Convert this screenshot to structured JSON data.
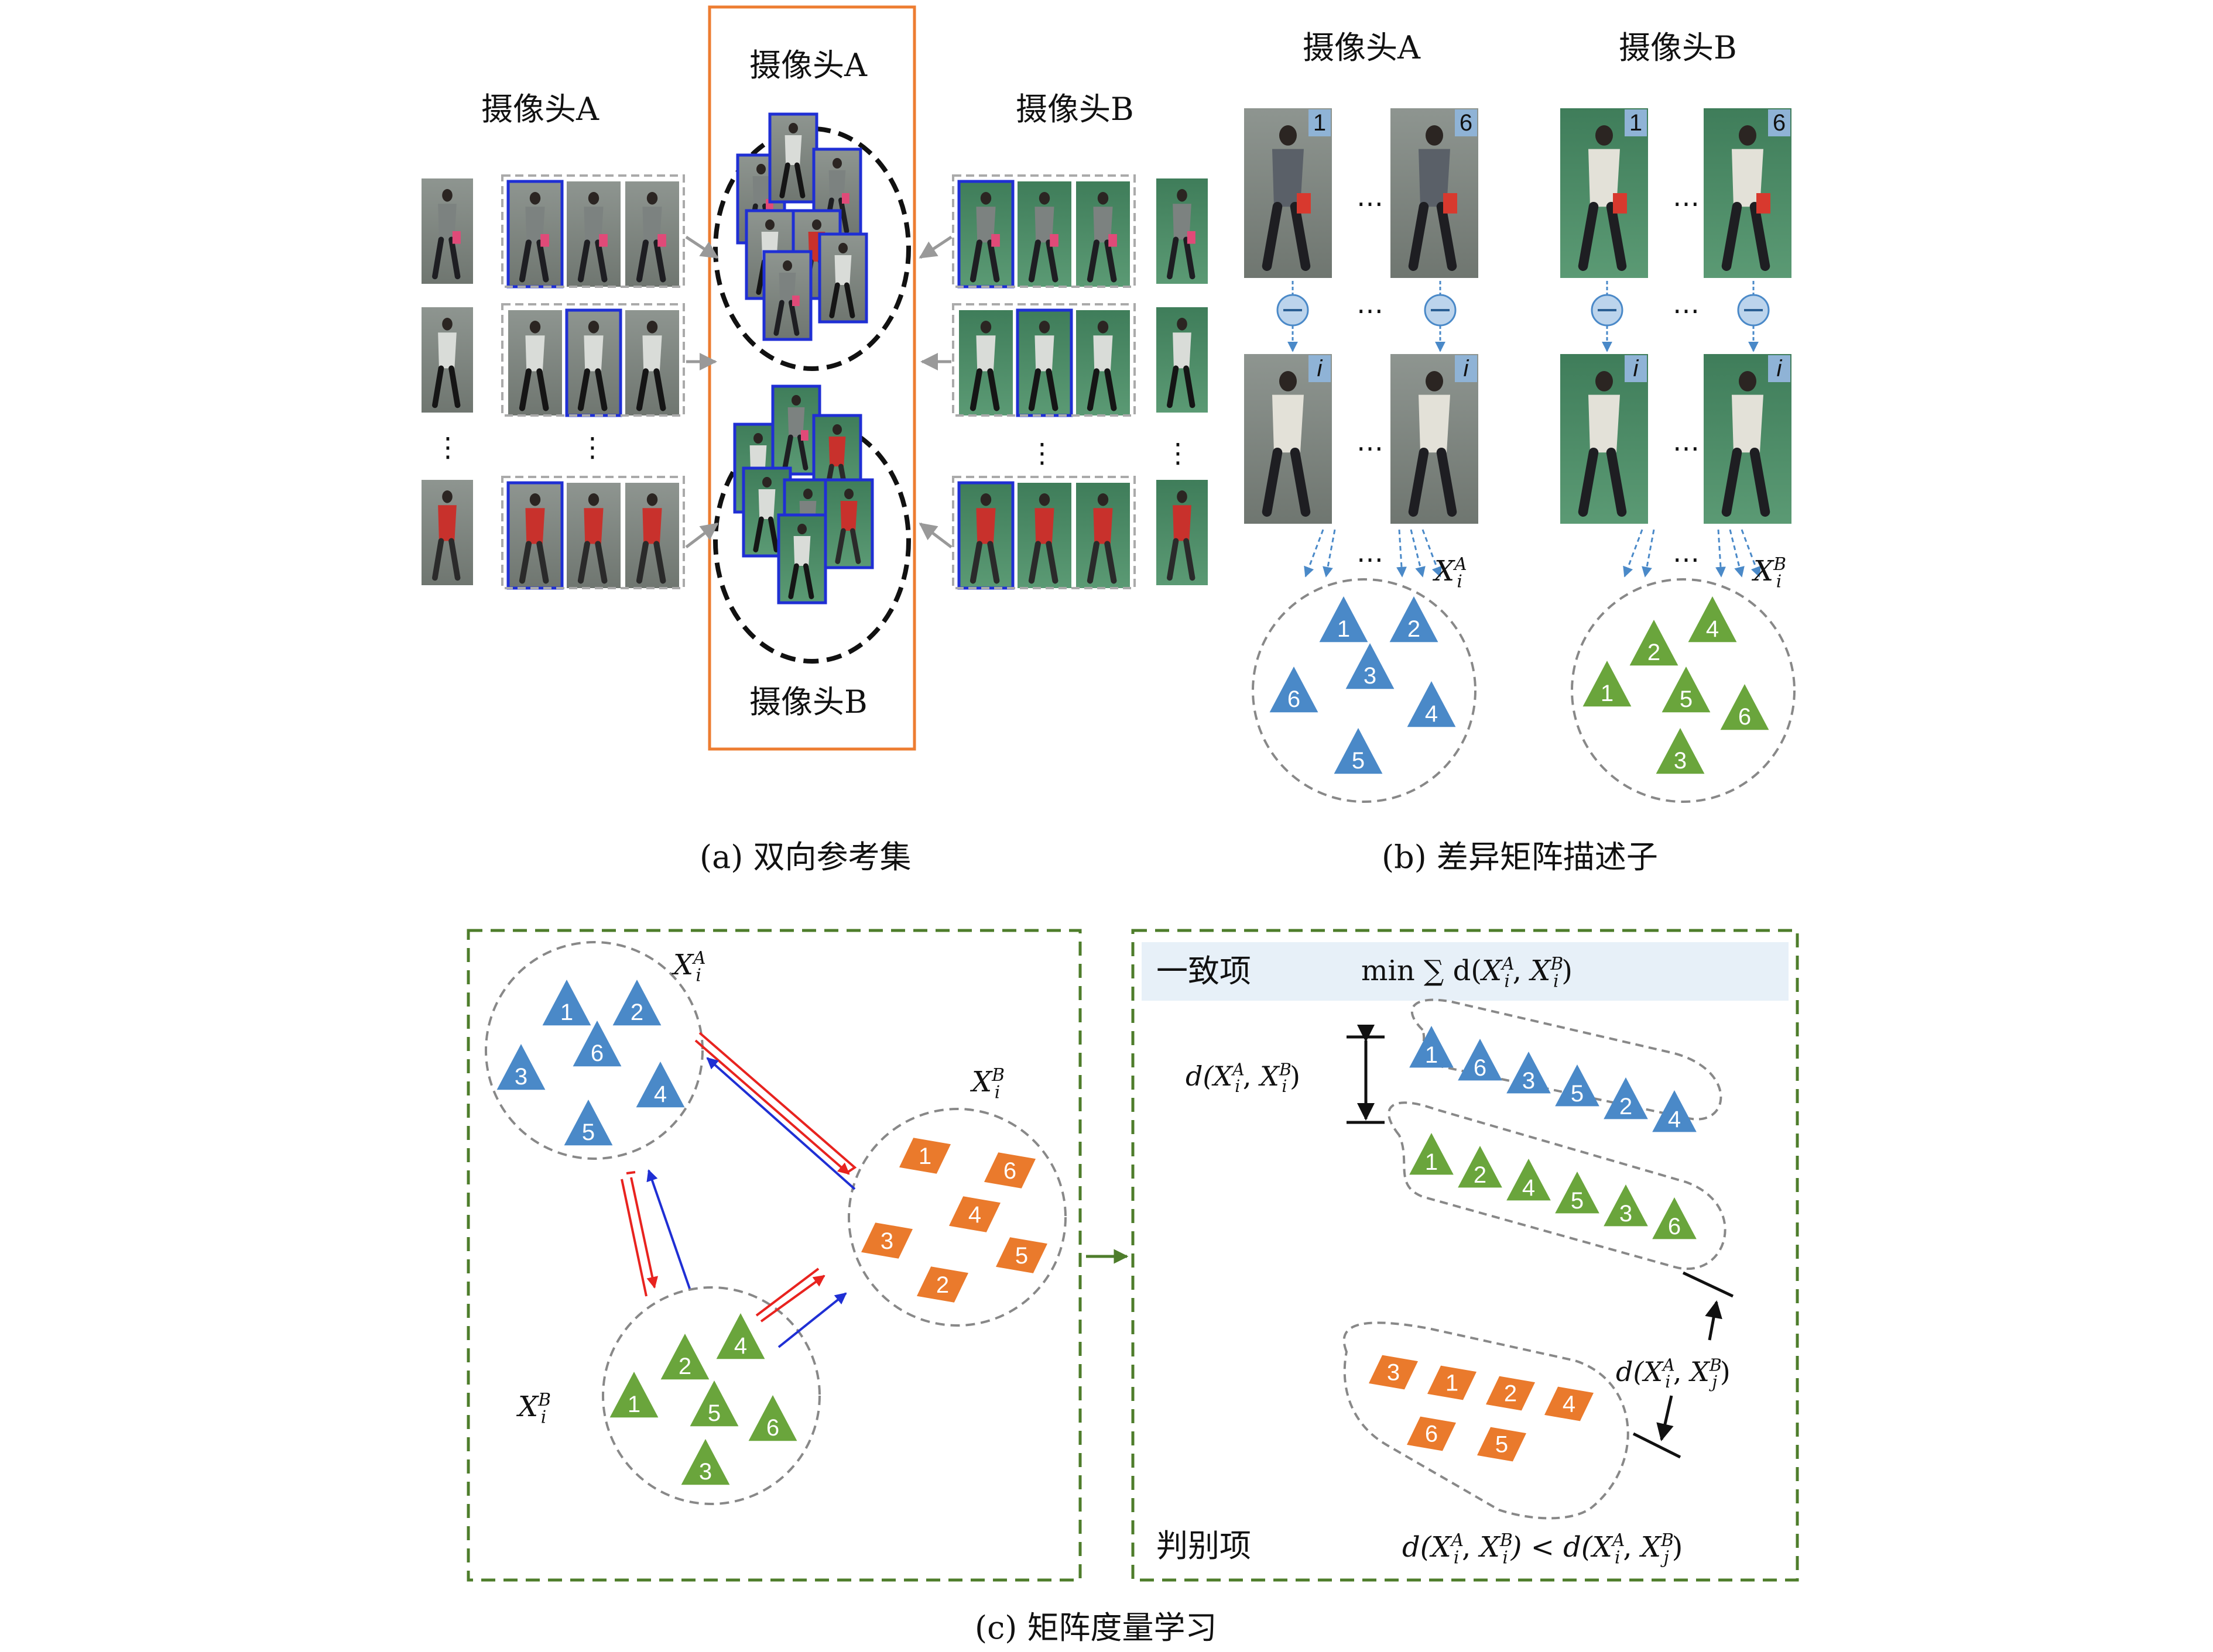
{
  "panel_a": {
    "caption": "(a) 双向参考集",
    "camera_a_left": "摄像头A",
    "camera_b_right": "摄像头B",
    "box_camera_a": "摄像头A",
    "box_camera_b": "摄像头B"
  },
  "panel_b": {
    "caption": "(b) 差异矩阵描述子",
    "camera_a": "摄像头A",
    "camera_b": "摄像头B",
    "tag_first": "1",
    "tag_last": "6",
    "tag_i": "i",
    "set_a_label": "X_i^A",
    "set_b_label": "X_i^B",
    "set_a_numbers": [
      "1",
      "2",
      "3",
      "6",
      "4",
      "5"
    ],
    "set_b_numbers": [
      "4",
      "2",
      "1",
      "5",
      "6",
      "3"
    ]
  },
  "panel_c": {
    "caption": "(c) 矩阵度量学习",
    "consistency_label": "一致项",
    "consistency_formula": "min ∑ d(X_i^A, X_i^B)",
    "discrim_label": "判别项",
    "discrim_formula": "d(X_i^A, X_i^B) < d(X_i^A, X_j^B)",
    "dist_same": "d(X_i^A, X_i^B)",
    "dist_diff": "d(X_i^A, X_j^B)",
    "left_set_a_label": "X_i^A",
    "left_set_b_orange_label": "X_i^B",
    "left_set_b_green_label": "X_i^B",
    "left_blue_numbers": [
      "1",
      "2",
      "6",
      "3",
      "4",
      "5"
    ],
    "left_green_numbers": [
      "4",
      "2",
      "1",
      "5",
      "6",
      "3"
    ],
    "left_orange_numbers": [
      "1",
      "6",
      "4",
      "3",
      "5",
      "2"
    ],
    "right_blue_row": [
      "1",
      "6",
      "3",
      "5",
      "2",
      "4"
    ],
    "right_green_row": [
      "1",
      "2",
      "4",
      "5",
      "3",
      "6"
    ],
    "right_orange_row_1": [
      "3",
      "1",
      "2",
      "4"
    ],
    "right_orange_row_2": [
      "6",
      "5"
    ]
  },
  "colors": {
    "blue": "#4a89c8",
    "green": "#6aa53c",
    "orange": "#ea7a2c",
    "frame_orange": "#ed7d31",
    "frame_green": "#4e7d2b",
    "person_box_blue": "#1f2fd4",
    "red_arrow": "#e8231f",
    "blue_arrow": "#1f2fd4",
    "gray_arrow": "#999999",
    "light_blue_band": "#e7f0f8"
  }
}
